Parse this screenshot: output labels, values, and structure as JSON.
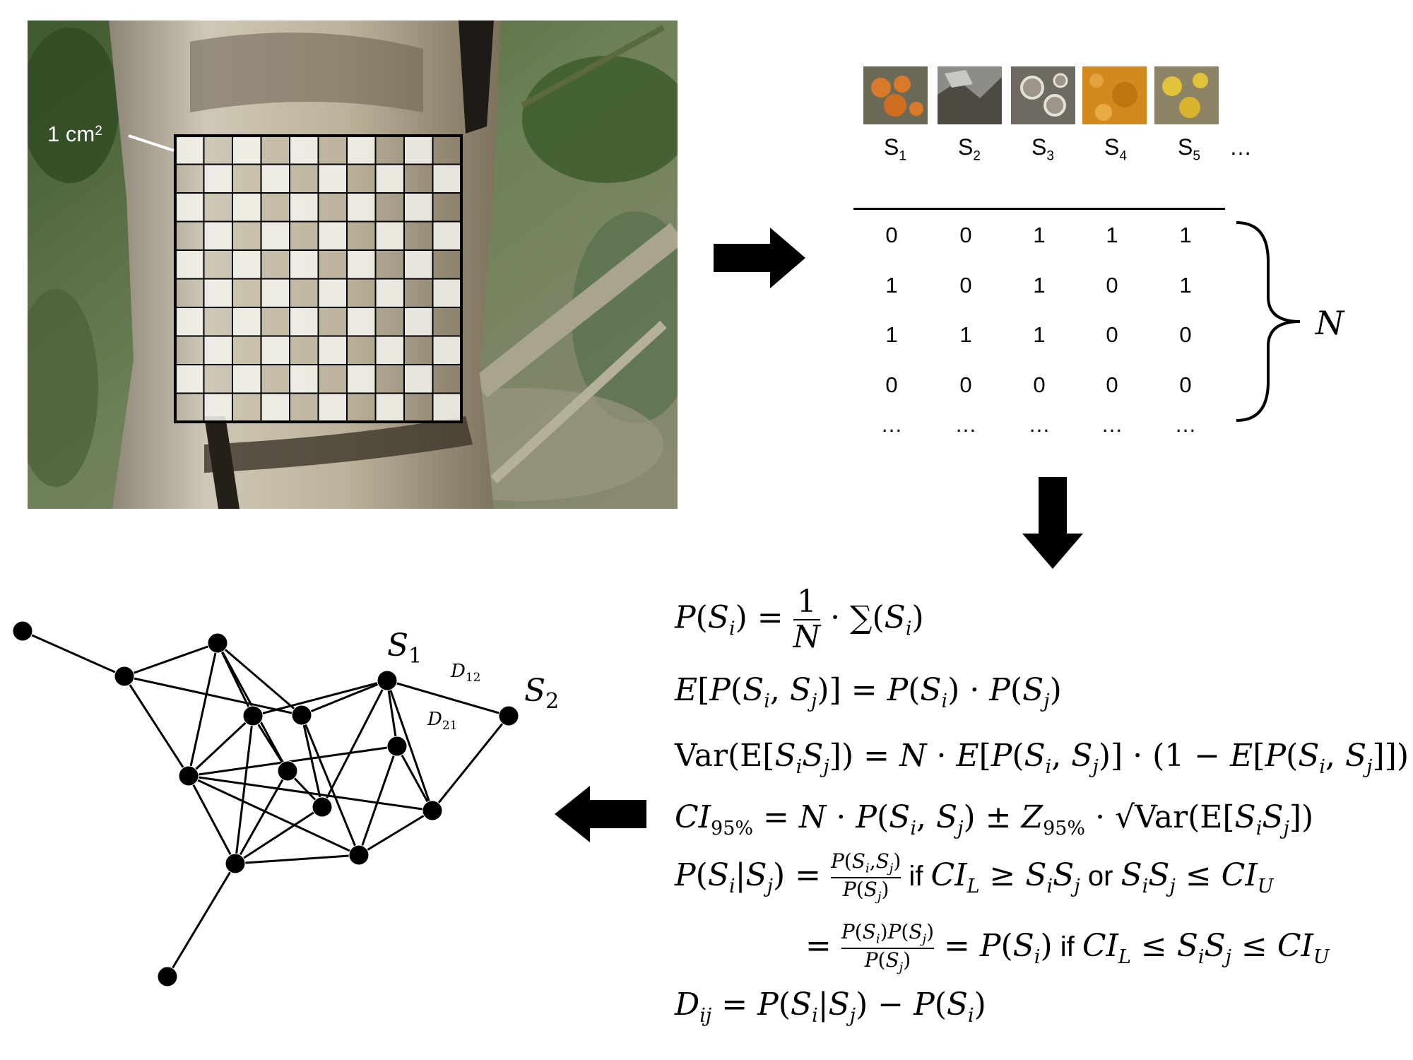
{
  "grid_label": {
    "text": "1 cm",
    "sup": "2"
  },
  "species": [
    {
      "label": "S",
      "sub": "1",
      "color": "#d87a2a"
    },
    {
      "label": "S",
      "sub": "2",
      "color": "#8d8c86"
    },
    {
      "label": "S",
      "sub": "3",
      "color": "#9e958a"
    },
    {
      "label": "S",
      "sub": "4",
      "color": "#d3891d"
    },
    {
      "label": "S",
      "sub": "5",
      "color": "#e2c23a"
    }
  ],
  "species_ellipsis": "…",
  "matrix": {
    "rows": [
      [
        "0",
        "0",
        "1",
        "1",
        "1"
      ],
      [
        "1",
        "0",
        "1",
        "0",
        "1"
      ],
      [
        "1",
        "1",
        "1",
        "0",
        "0"
      ],
      [
        "0",
        "0",
        "0",
        "0",
        "0"
      ],
      [
        "…",
        "…",
        "…",
        "…",
        "…"
      ]
    ],
    "n_label": "N"
  },
  "formulas": {
    "f1": {
      "lhs_p": "P",
      "lhs_s": "S",
      "lhs_sub": "i",
      "eq": " = ",
      "frac_num": "1",
      "frac_den": "N",
      "dot": " · ",
      "sum": "∑",
      "rhs_s": "S",
      "rhs_sub": "i"
    },
    "f2": {
      "text_e": "E",
      "p": "P",
      "s1": "S",
      "sub_i": "i",
      "s2": "S",
      "sub_j": "j",
      "eq": " = ",
      "p2": "P",
      "s3": "S",
      "sub3": "i",
      "dot": " · ",
      "p3": "P",
      "s4": "S",
      "sub4": "j"
    },
    "f3": {
      "var_text": "Var(E[",
      "s1": "S",
      "sub1": "i",
      "s2": "S",
      "sub2": "j",
      "close": "])",
      "eq": " = ",
      "n": "N",
      "dot": " · ",
      "e": "E",
      "p": "P",
      "s3": "S",
      "sub3": "i",
      "s4": "S",
      "sub4": "j",
      "mid": " · (1  − ",
      "e2": "E",
      "p2": "P",
      "s5": "S",
      "sub5": "i",
      "s6": "S",
      "sub6": "j",
      "end": "]])"
    },
    "f4": {
      "ci": "CI",
      "ci_sub": "95%",
      "eq": " = ",
      "n": "N",
      "dot": " · ",
      "p": "P",
      "s1": "S",
      "sub1": "i",
      "s2": "S",
      "sub2": "j",
      "pm": " ± ",
      "z": "Z",
      "z_sub": "95%",
      "dot2": " · ",
      "sqrt": "√",
      "var_text": "Var(E[",
      "s3": "S",
      "sub3": "i",
      "s4": "S",
      "sub4": "j",
      "close": "])"
    },
    "f5": {
      "p": "P",
      "s1": "S",
      "sub1": "i",
      "bar": "|",
      "s2": "S",
      "sub2": "j",
      "eq": " = ",
      "num_p": "P",
      "num_s1": "S",
      "num_sub1": "i",
      "num_s2": "S",
      "num_sub2": "j",
      "den_p": "P",
      "den_s": "S",
      "den_sub": "j",
      "if_text": " if ",
      "ci": "CI",
      "ci_sub": "L",
      "ge": " ≥ ",
      "s3": "S",
      "sub3": "i",
      "s4": "S",
      "sub4": "j",
      "or_text": " or ",
      "s5": "S",
      "sub5": "i",
      "s6": "S",
      "sub6": "j",
      "le": " ≤ ",
      "ci2": "CI",
      "ci2_sub": "U"
    },
    "f6": {
      "eq": "= ",
      "num_p1": "P",
      "num_s1": "S",
      "num_sub1": "i",
      "num_p2": "P",
      "num_s2": "S",
      "num_sub2": "j",
      "den_p": "P",
      "den_s": "S",
      "den_sub": "j",
      "eq2": " = ",
      "p": "P",
      "s": "S",
      "sub": "i",
      "if_text": "  if ",
      "ci": "CI",
      "ci_sub": "L",
      "le": " ≤ ",
      "s2": "S",
      "sub2": "i",
      "s3": "S",
      "sub3": "j",
      "le2": " ≤  ",
      "ci2": "CI",
      "ci2_sub": "U"
    },
    "f7": {
      "d": "D",
      "d_sub": "ij",
      "eq": " = ",
      "p": "P",
      "s1": "S",
      "sub1": "i",
      "bar": "|",
      "s2": "S",
      "sub2": "j",
      "minus": " − ",
      "p2": "P",
      "s3": "S",
      "sub3": "i"
    }
  },
  "network": {
    "labels": {
      "s1": {
        "s": "S",
        "sub": "1"
      },
      "s2": {
        "s": "S",
        "sub": "2"
      },
      "d12": {
        "d": "D",
        "sub": "12"
      },
      "d21": {
        "d": "D",
        "sub": "21"
      }
    }
  },
  "colors": {
    "ink": "#000000",
    "bark_light": "#cdc6b4",
    "bark_dark": "#5e5443",
    "foliage": "#4f6b38",
    "grid_white": "#f2f1ec"
  }
}
